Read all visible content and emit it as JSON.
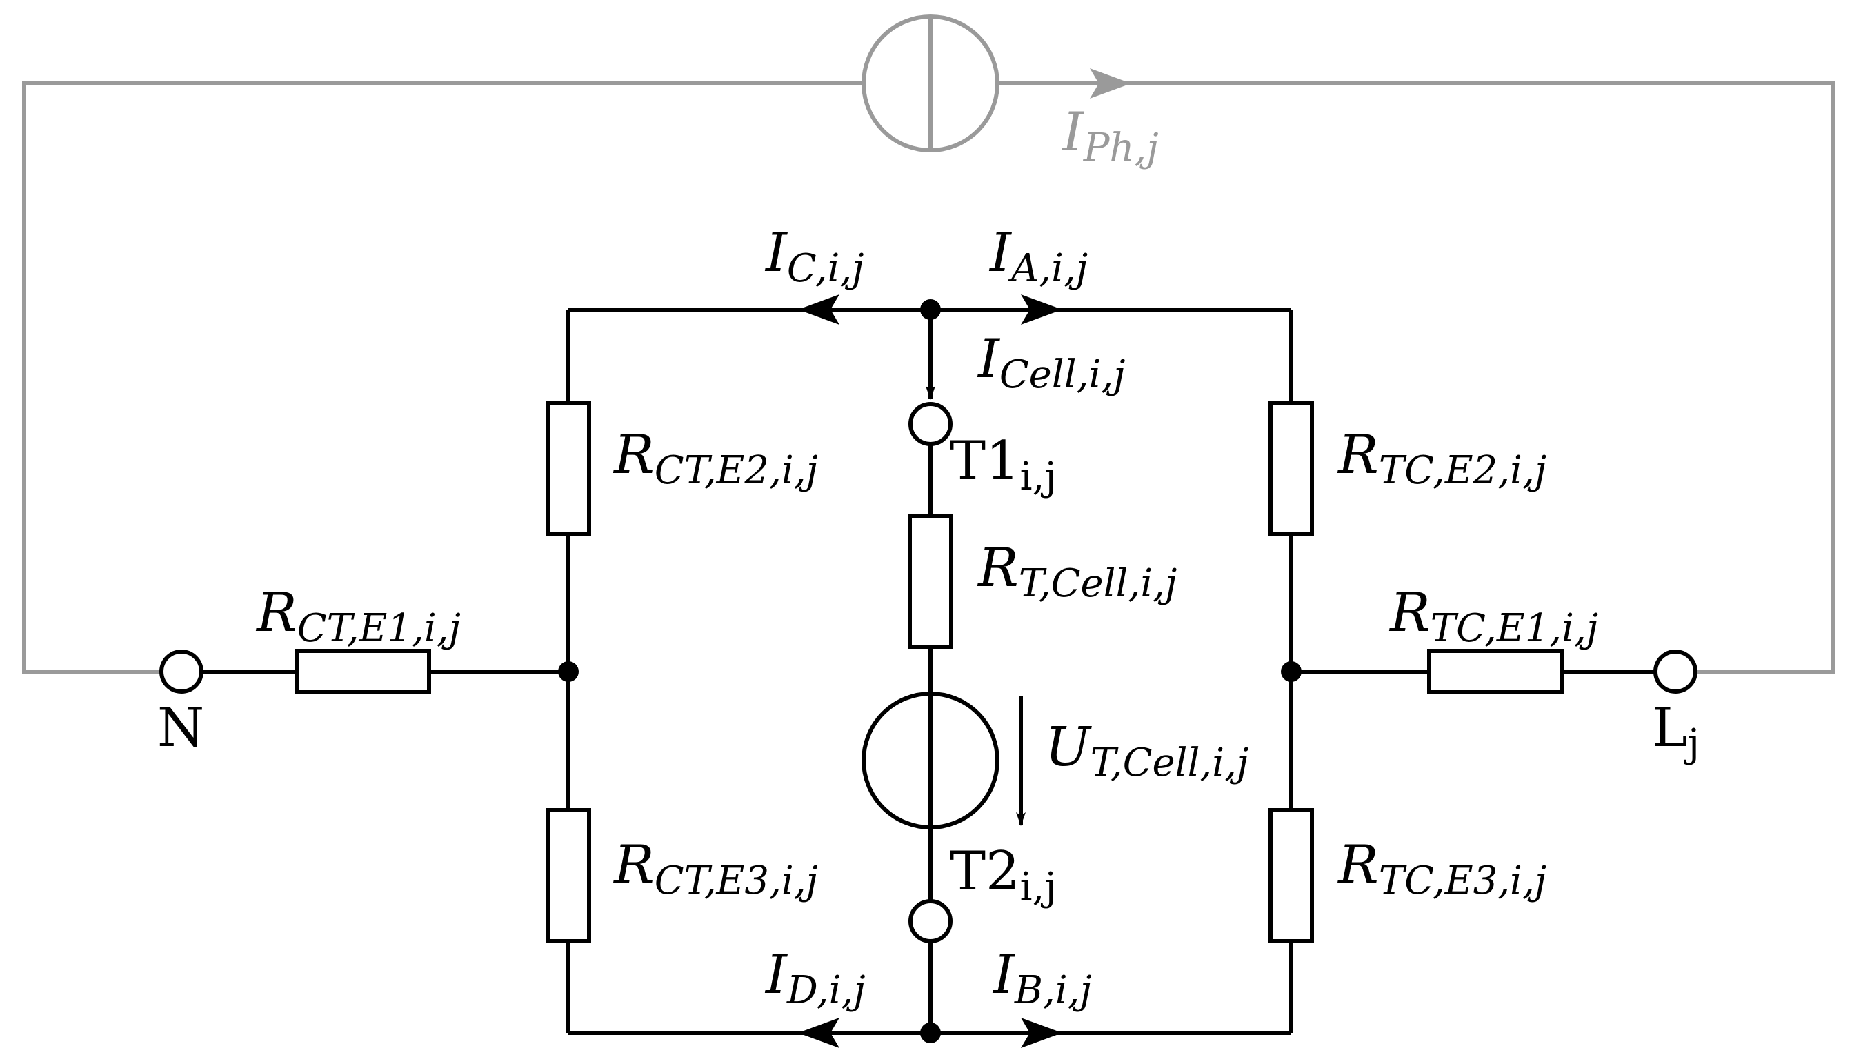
{
  "colors": {
    "circuit": "#000000",
    "photocurrent_loop": "#9a9a9a",
    "background": "#ffffff"
  },
  "labels": {
    "I_ph": {
      "main": "I",
      "sub": "Ph,j"
    },
    "I_C": {
      "main": "I",
      "sub": "C,i,j"
    },
    "I_A": {
      "main": "I",
      "sub": "A,i,j"
    },
    "I_cell": {
      "main": "I",
      "sub": "Cell,i,j"
    },
    "I_D": {
      "main": "I",
      "sub": "D,i,j"
    },
    "I_B": {
      "main": "I",
      "sub": "B,i,j"
    },
    "R_CT_E2": {
      "main": "R",
      "sub": "CT,E2,i,j"
    },
    "R_CT_E1": {
      "main": "R",
      "sub": "CT,E1,i,j"
    },
    "R_CT_E3": {
      "main": "R",
      "sub": "CT,E3,i,j"
    },
    "R_TC_E2": {
      "main": "R",
      "sub": "TC,E2,i,j"
    },
    "R_TC_E1": {
      "main": "R",
      "sub": "TC,E1,i,j"
    },
    "R_TC_E3": {
      "main": "R",
      "sub": "TC,E3,i,j"
    },
    "R_T_cell": {
      "main": "R",
      "sub": "T,Cell,i,j"
    },
    "U_T_cell": {
      "main": "U",
      "sub": "T,Cell,i,j"
    },
    "T1": {
      "main": "T1",
      "sub": "i,j"
    },
    "T2": {
      "main": "T2",
      "sub": "i,j"
    },
    "N": {
      "main": "N"
    },
    "L": {
      "main": "L",
      "sub": "j"
    }
  }
}
